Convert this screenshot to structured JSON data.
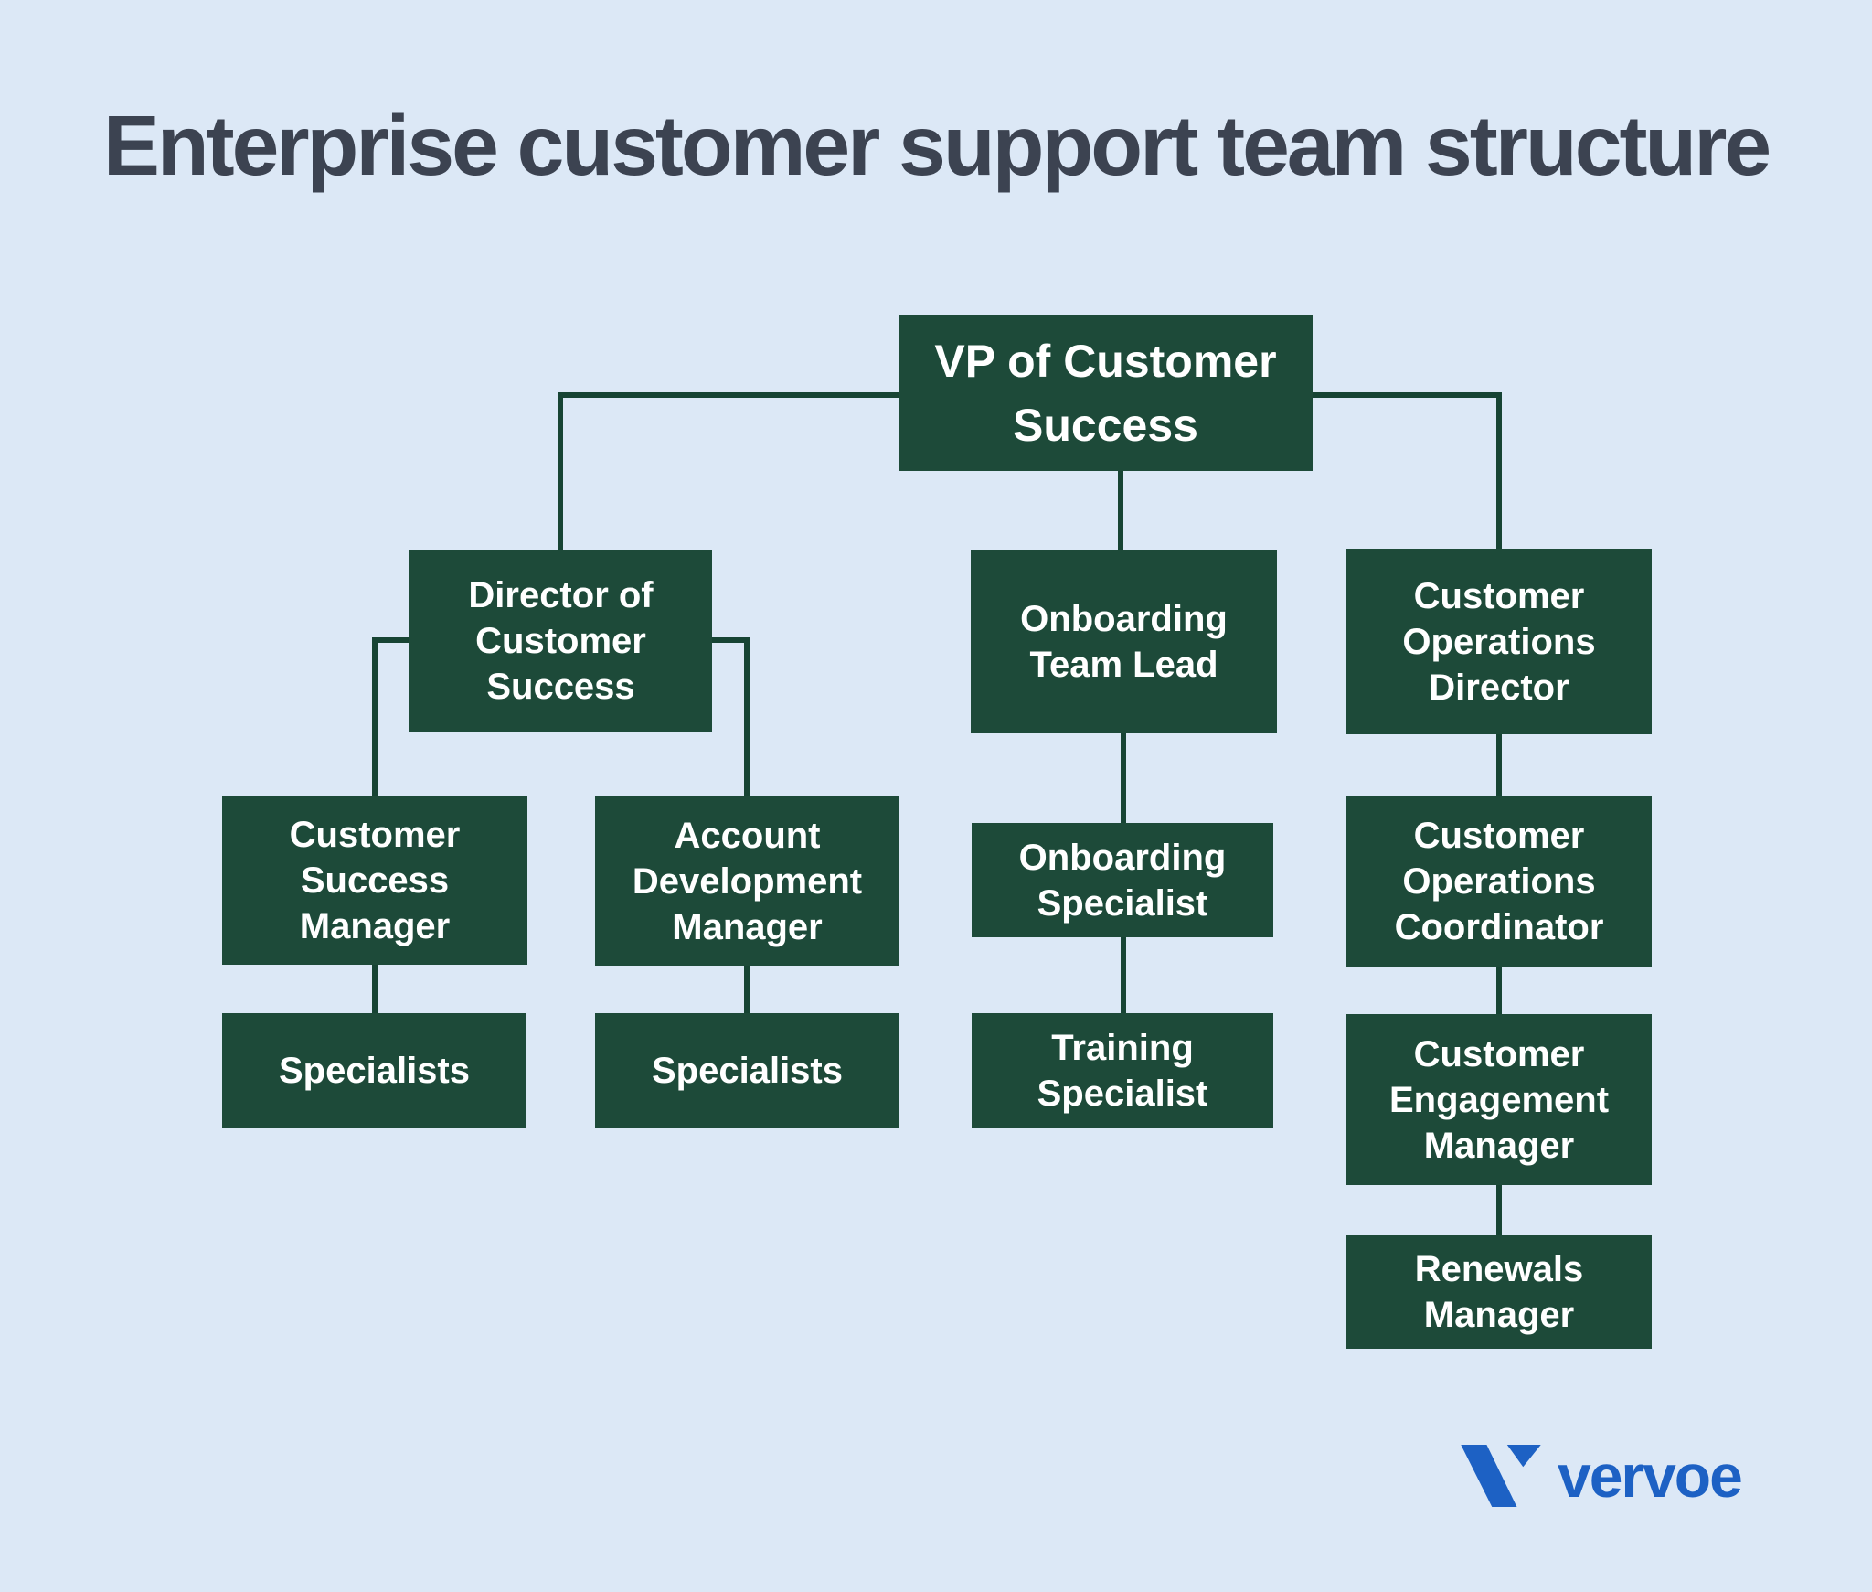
{
  "title": "Enterprise customer support team structure",
  "org": {
    "nodes": [
      {
        "id": "vp",
        "label": "VP of Customer Success",
        "reports_to": null
      },
      {
        "id": "director-of-customer-success",
        "label": "Director of Customer Success",
        "reports_to": "vp"
      },
      {
        "id": "onboarding-team-lead",
        "label": "Onboarding Team Lead",
        "reports_to": "vp"
      },
      {
        "id": "customer-operations-director",
        "label": "Customer Operations Director",
        "reports_to": "vp"
      },
      {
        "id": "customer-success-manager",
        "label": "Customer Success Manager",
        "reports_to": "director-of-customer-success"
      },
      {
        "id": "account-development-manager",
        "label": "Account Development Manager",
        "reports_to": "director-of-customer-success"
      },
      {
        "id": "onboarding-specialist",
        "label": "Onboarding Specialist",
        "reports_to": "onboarding-team-lead"
      },
      {
        "id": "customer-operations-coordinator",
        "label": "Customer Operations Coordinator",
        "reports_to": "customer-operations-director"
      },
      {
        "id": "specialists-under-csm",
        "label": "Specialists",
        "reports_to": "customer-success-manager"
      },
      {
        "id": "specialists-under-adm",
        "label": "Specialists",
        "reports_to": "account-development-manager"
      },
      {
        "id": "training-specialist",
        "label": "Training Specialist",
        "reports_to": "onboarding-specialist"
      },
      {
        "id": "customer-engagement-manager",
        "label": "Customer Engagement Manager",
        "reports_to": "customer-operations-coordinator"
      },
      {
        "id": "renewals-manager",
        "label": "Renewals Manager",
        "reports_to": "customer-engagement-manager"
      }
    ]
  },
  "logo": {
    "brand": "vervoe"
  },
  "colors": {
    "background": "#dce8f6",
    "box_green": "#1d4a39",
    "connector_green": "#174434",
    "title_text": "#3c4351",
    "box_text": "#ffffff",
    "logo_blue": "#1d61c4"
  }
}
